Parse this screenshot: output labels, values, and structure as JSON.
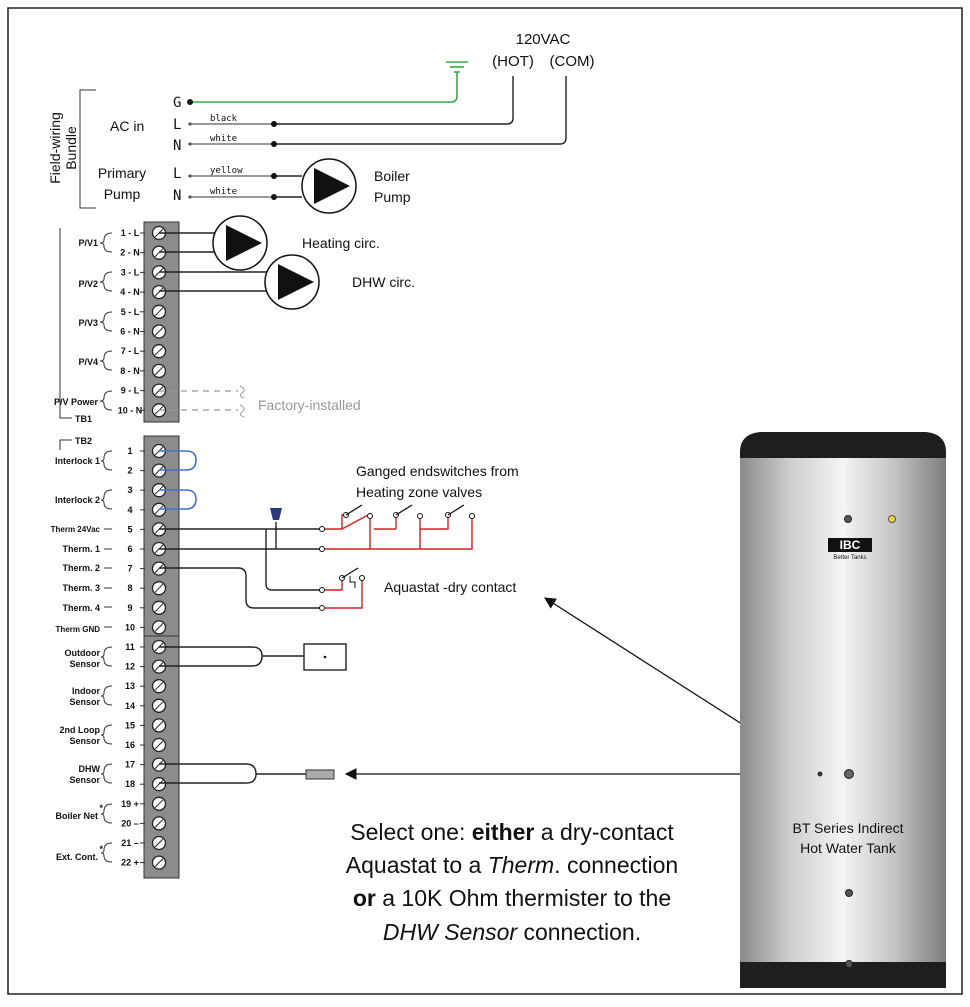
{
  "supply": {
    "voltage": "120VAC",
    "hot": "(HOT)",
    "com": "(COM)"
  },
  "bundle": {
    "label_line1": "Field-wiring",
    "label_line2": "Bundle",
    "ac_in": "AC in",
    "primary_line1": "Primary",
    "primary_line2": "Pump",
    "rows": [
      {
        "pin": "G",
        "wire": ""
      },
      {
        "pin": "L",
        "wire": "black"
      },
      {
        "pin": "N",
        "wire": "white"
      },
      {
        "pin": "L",
        "wire": "yellow"
      },
      {
        "pin": "N",
        "wire": "white"
      }
    ],
    "boiler_pump_line1": "Boiler",
    "boiler_pump_line2": "Pump"
  },
  "tb1": {
    "name": "TB1",
    "terminals": [
      "1 - L",
      "2 - N",
      "3 - L",
      "4 - N",
      "5 - L",
      "6 - N",
      "7 - L",
      "8 - N",
      "9 - L",
      "10 - N"
    ],
    "groups": [
      "P/V1",
      "P/V2",
      "P/V3",
      "P/V4",
      "P/V Power"
    ]
  },
  "tb2": {
    "name": "TB2",
    "terminals": [
      "1",
      "2",
      "3",
      "4",
      "5",
      "6",
      "7",
      "8",
      "9",
      "10",
      "11",
      "12",
      "13",
      "14",
      "15",
      "16",
      "17",
      "18",
      "19 +",
      "20 –",
      "21 –",
      "22 +"
    ],
    "labels": {
      "interlock1": "Interlock 1",
      "interlock2": "Interlock 2",
      "therm24": "Therm 24Vac",
      "therm1": "Therm. 1",
      "therm2": "Therm. 2",
      "therm3": "Therm. 3",
      "therm4": "Therm. 4",
      "thermgnd": "Therm GND",
      "outdoor1": "Outdoor",
      "outdoor2": "Sensor",
      "indoor1": "Indoor",
      "indoor2": "Sensor",
      "loop1": "2nd Loop",
      "loop2": "Sensor",
      "dhw1": "DHW",
      "dhw2": "Sensor",
      "boilernet": "Boiler Net",
      "extcont": "Ext. Cont.",
      "star": "*"
    }
  },
  "circ": {
    "heating": "Heating circ.",
    "dhw": "DHW circ."
  },
  "factory": "Factory-installed",
  "endswitch_line1": "Ganged endswitches from",
  "endswitch_line2": "Heating zone valves",
  "aquastat": "Aquastat -dry contact",
  "tank": {
    "logo": "IBC",
    "logo_sub": "Better Tanks",
    "label_line1": "BT Series Indirect",
    "label_line2": "Hot Water Tank"
  },
  "note": {
    "l1_a": "Select one: ",
    "l1_b": "either",
    "l1_c": " a dry-contact",
    "l2_a": "Aquastat to a ",
    "l2_b": "Therm",
    "l2_c": ". connection",
    "l3_a": "or",
    "l3_b": " a 10K Ohm thermister to the",
    "l4_a": "DHW Sensor",
    "l4_b": " connection."
  },
  "colors": {
    "ground": "#3aa84a",
    "jumper": "#4a6fd0",
    "field": "#d42020"
  }
}
